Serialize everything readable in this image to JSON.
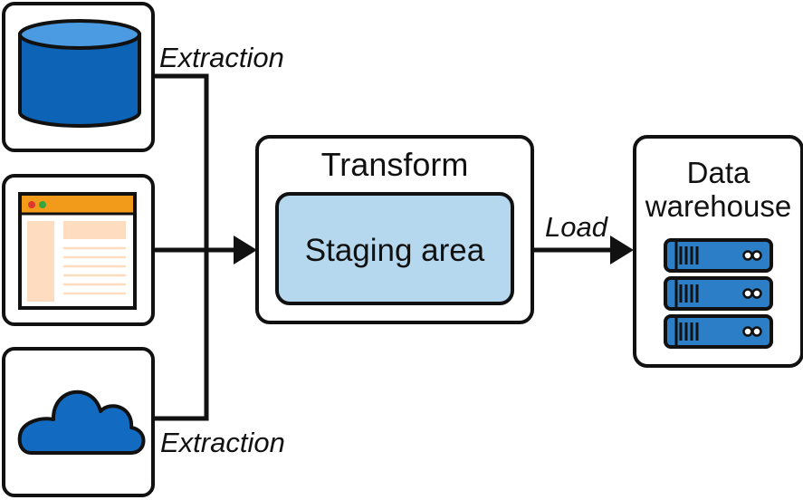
{
  "diagram": {
    "labels": {
      "extraction_top": "Extraction",
      "extraction_bottom": "Extraction",
      "load": "Load",
      "transform_title": "Transform",
      "staging_area": "Staging area",
      "data_warehouse": "Data warehouse"
    },
    "icons": {
      "source_1": "database-icon",
      "source_2": "browser-window-icon",
      "source_3": "cloud-icon",
      "destination": "server-rack-icon"
    },
    "colors": {
      "outline": "#111111",
      "database_blue": "#0d63b5",
      "database_top": "#4b9be3",
      "browser_orange": "#f29b1b",
      "browser_panel": "#fddcbf",
      "staging_fill": "#b6d8ee",
      "server_blue": "#2c7fc7",
      "cloud_blue": "#126ac1"
    }
  }
}
